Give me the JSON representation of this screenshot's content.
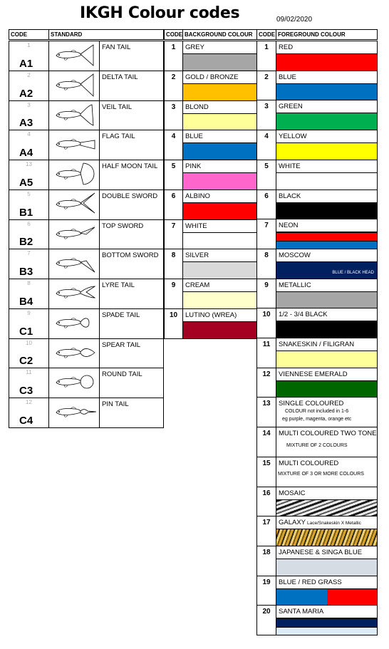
{
  "title": "IKGH Colour codes",
  "date": "09/02/2020",
  "headers": {
    "code": "CODE",
    "standard": "STANDARD",
    "bg_code": "CODE",
    "bg": "BACKGROUND COLOUR",
    "fg_code": "CODE",
    "fg": "FOREGROUND COLOUR"
  },
  "standards": [
    {
      "num": "1",
      "code": "A1",
      "label": "FAN TAIL",
      "tail": "fan"
    },
    {
      "num": "2",
      "code": "A2",
      "label": "DELTA TAIL",
      "tail": "delta"
    },
    {
      "num": "3",
      "code": "A3",
      "label": "VEIL TAIL",
      "tail": "veil"
    },
    {
      "num": "4",
      "code": "A4",
      "label": "FLAG TAIL",
      "tail": "flag"
    },
    {
      "num": "13",
      "code": "A5",
      "label": "HALF MOON TAIL",
      "tail": "halfmoon"
    },
    {
      "num": "5",
      "code": "B1",
      "label": "DOUBLE SWORD",
      "tail": "double"
    },
    {
      "num": "6",
      "code": "B2",
      "label": "TOP SWORD",
      "tail": "top"
    },
    {
      "num": "7",
      "code": "B3",
      "label": "BOTTOM SWORD",
      "tail": "bottom"
    },
    {
      "num": "8",
      "code": "B4",
      "label": "LYRE TAIL",
      "tail": "lyre"
    },
    {
      "num": "9",
      "code": "C1",
      "label": "SPADE TAIL",
      "tail": "spade"
    },
    {
      "num": "10",
      "code": "C2",
      "label": "SPEAR TAIL",
      "tail": "spear"
    },
    {
      "num": "11",
      "code": "C3",
      "label": "ROUND TAIL",
      "tail": "round"
    },
    {
      "num": "12",
      "code": "C4",
      "label": "PIN TAIL",
      "tail": "pin"
    }
  ],
  "background": [
    {
      "code": "1",
      "label": "GREY",
      "color": "#a6a6a6"
    },
    {
      "code": "2",
      "label": "GOLD / BRONZE",
      "color": "#ffc000"
    },
    {
      "code": "3",
      "label": "BLOND",
      "color": "#ffff99"
    },
    {
      "code": "4",
      "label": "BLUE",
      "color": "#0070c0"
    },
    {
      "code": "5",
      "label": "PINK",
      "color": "#ff66cc"
    },
    {
      "code": "6",
      "label": "ALBINO",
      "color": "#ff0000"
    },
    {
      "code": "7",
      "label": "WHITE",
      "color": "#ffffff"
    },
    {
      "code": "8",
      "label": "SILVER",
      "color": "#d9d9d9"
    },
    {
      "code": "9",
      "label": "CREAM",
      "color": "#ffffcc"
    },
    {
      "code": "10",
      "label": "LUTINO (WREA)",
      "color": "#a50021"
    }
  ],
  "foreground": [
    {
      "code": "1",
      "label": "RED",
      "colors": [
        "#ff0000"
      ]
    },
    {
      "code": "2",
      "label": "BLUE",
      "colors": [
        "#0070c0"
      ]
    },
    {
      "code": "3",
      "label": "GREEN",
      "colors": [
        "#00b050"
      ]
    },
    {
      "code": "4",
      "label": "YELLOW",
      "colors": [
        "#ffff00"
      ]
    },
    {
      "code": "5",
      "label": "WHITE",
      "colors": [
        "#ffffff"
      ]
    },
    {
      "code": "6",
      "label": "BLACK",
      "colors": [
        "#000000"
      ]
    },
    {
      "code": "7",
      "label": "NEON",
      "colors": [
        "#ff0000",
        "#0070c0"
      ]
    },
    {
      "code": "8",
      "label": "MOSCOW",
      "colors": [
        "#002060"
      ],
      "note": "BLUE / BLACK HEAD"
    },
    {
      "code": "9",
      "label": "METALLIC",
      "colors": [
        "#a6a6a6"
      ]
    },
    {
      "code": "10",
      "label": "1/2 - 3/4 BLACK",
      "colors": [
        "#000000"
      ]
    },
    {
      "code": "11",
      "label": "SNAKESKIN / FILIGRAN",
      "colors": [
        "#ffff99"
      ]
    },
    {
      "code": "12",
      "label": "VIENNESE EMERALD",
      "colors": [
        "#006600"
      ]
    },
    {
      "code": "13",
      "label": "SINGLE COLOURED",
      "note": "COLOUR  not included in 1-6",
      "note2": "eg purple, magenta, orange etc"
    },
    {
      "code": "14",
      "label": "MULTI COLOURED TWO TONE",
      "note": "MIXTURE OF 2 COLOURS"
    },
    {
      "code": "15",
      "label": "MULTI COLOURED",
      "note": "MIXTURE OF 3 OR MORE COLOURS"
    },
    {
      "code": "16",
      "label": "MOSAIC",
      "pattern": "mosaic"
    },
    {
      "code": "17",
      "label": "GALAXY",
      "small": "Lace/Snakeskin X Metallic",
      "pattern": "galaxy"
    },
    {
      "code": "18",
      "label": "JAPANESE & SINGA BLUE",
      "colors": [
        "#d6dce4"
      ]
    },
    {
      "code": "19",
      "label": "BLUE / RED  GRASS",
      "colors": [
        "#0070c0",
        "#ff0000"
      ],
      "split": "horizontal"
    },
    {
      "code": "20",
      "label": "SANTA MARIA",
      "colors": [
        "#002060",
        "#ddebf7"
      ]
    }
  ]
}
